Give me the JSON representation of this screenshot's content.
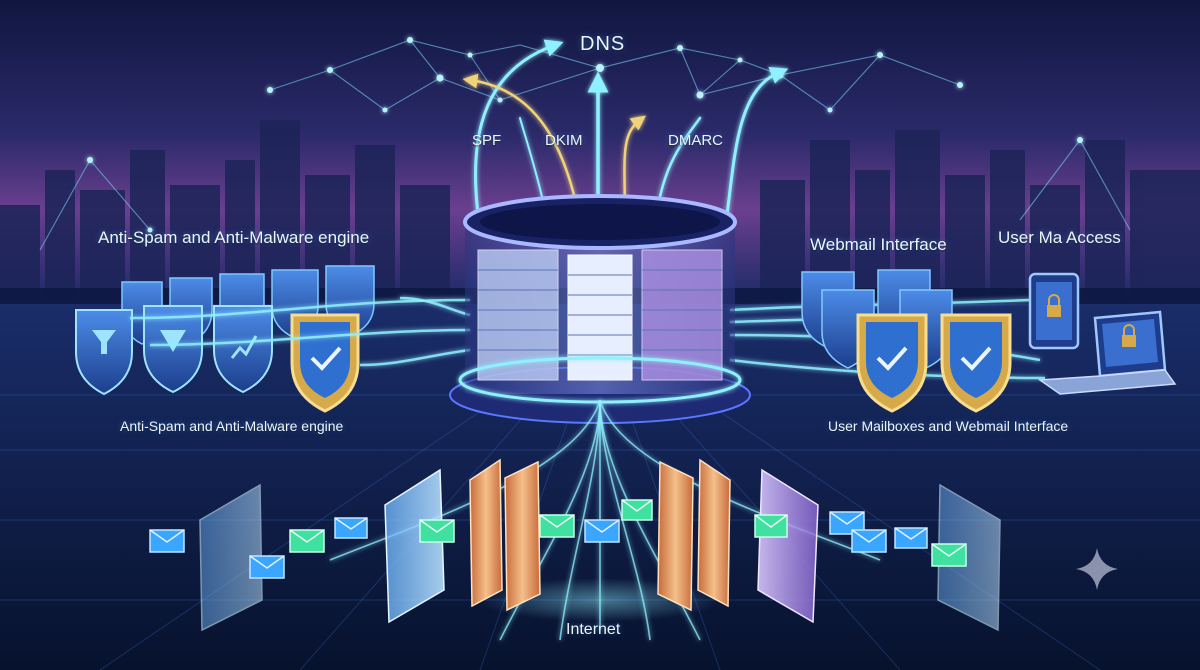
{
  "labels": {
    "dns": "DNS",
    "spf": "SPF",
    "dkim": "DKIM",
    "dmarc": "DMARC",
    "anti_spam_top": "Anti-Spam and Anti-Malware engine",
    "anti_spam_bottom": "Anti-Spam and Anti-Malware engine",
    "webmail_interface": "Webmail Interface",
    "user_access": "User Ma Access",
    "user_mailboxes": "User Mailboxes and Webmail Interface",
    "internet": "Internet"
  },
  "colors": {
    "background_top": "#141a4a",
    "background_horizon": "#6a3f8f",
    "glow_cyan": "#5fe3ff",
    "arrow_gold": "#e8c45a",
    "server_core": "#3a4ea8",
    "shield_gold": "#d6a94a",
    "shield_blue": "#2f6fd0",
    "envelope_blue": "#3aa6ff",
    "envelope_green": "#3fe0a0",
    "firewall_orange": "#f0a060",
    "firewall_purple": "#b080ff"
  }
}
